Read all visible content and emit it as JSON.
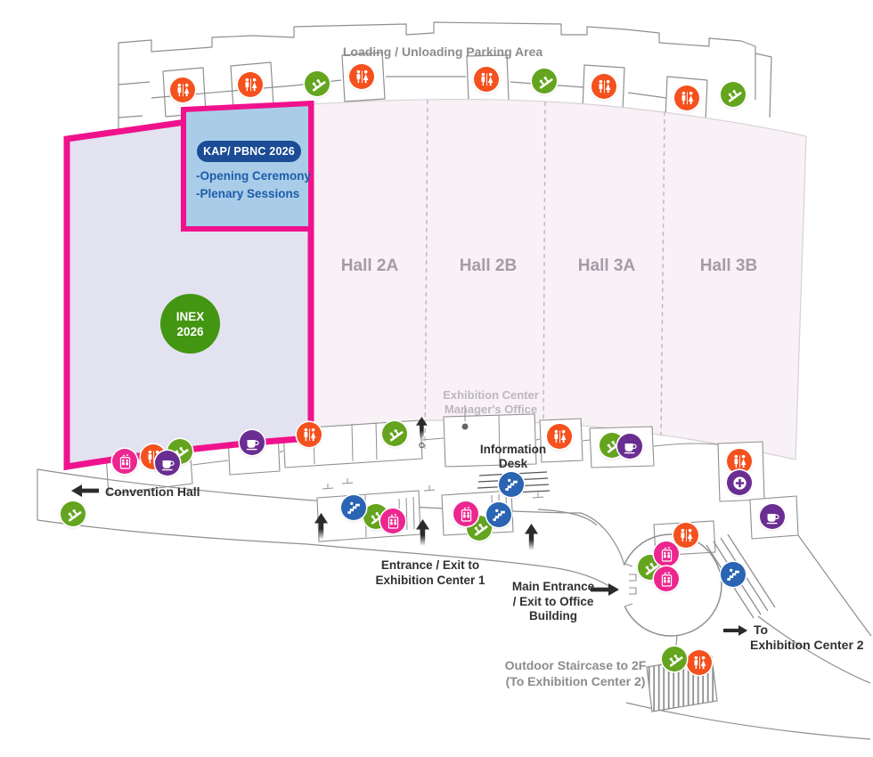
{
  "labels": {
    "loading_area": "Loading / Unloading Parking Area",
    "manager_office": [
      "Exhibition Center",
      "Manager's Office"
    ],
    "information_desk": [
      "Information",
      "Desk"
    ],
    "convention_hall": "Convention Hall",
    "entrance_center1": [
      "Entrance / Exit to",
      "Exhibition Center 1"
    ],
    "main_entrance": [
      "Main Entrance",
      "/ Exit to Office",
      "Building"
    ],
    "to_center2": [
      "To",
      "Exhibition Center 2"
    ],
    "outdoor_staircase": [
      "Outdoor Staircase to 2F",
      "(To Exhibition Center 2)"
    ]
  },
  "halls": [
    {
      "label": "Hall 2A"
    },
    {
      "label": "Hall 2B"
    },
    {
      "label": "Hall 3A"
    },
    {
      "label": "Hall 3B"
    }
  ],
  "highlight": {
    "badge": "KAP/ PBNC 2026",
    "events": [
      "-Opening Ceremony",
      "-Plenary Sessions"
    ],
    "circle": [
      "INEX",
      "2026"
    ]
  },
  "icons": {
    "restroom": "restroom-icon",
    "escalator": "escalator-icon",
    "stairs": "stairs-icon",
    "elevator": "elevator-icon",
    "cafe": "cafe-icon",
    "first_aid": "first-aid-icon"
  },
  "colors": {
    "highlight_border": "#F0128C",
    "highlight_fill": "#E2E2F1",
    "event_box": "#A9CDE9",
    "badge_bg": "#1B4C95",
    "event_text": "#1D5CA9",
    "inex_green": "#439612",
    "hall_fill": "#F8F1F6",
    "hall_label": "#A49DA8",
    "restroom_orange": "#F4511E",
    "escalator_green": "#64A41E",
    "stairs_blue": "#2A64B2",
    "elevator_pink": "#EC268F",
    "amenity_purple": "#6A2D91",
    "map_line": "#8F8F8F",
    "dark_label": "#303030",
    "gray_label": "#8C8C8C",
    "office_label": "#BDB7BF"
  }
}
